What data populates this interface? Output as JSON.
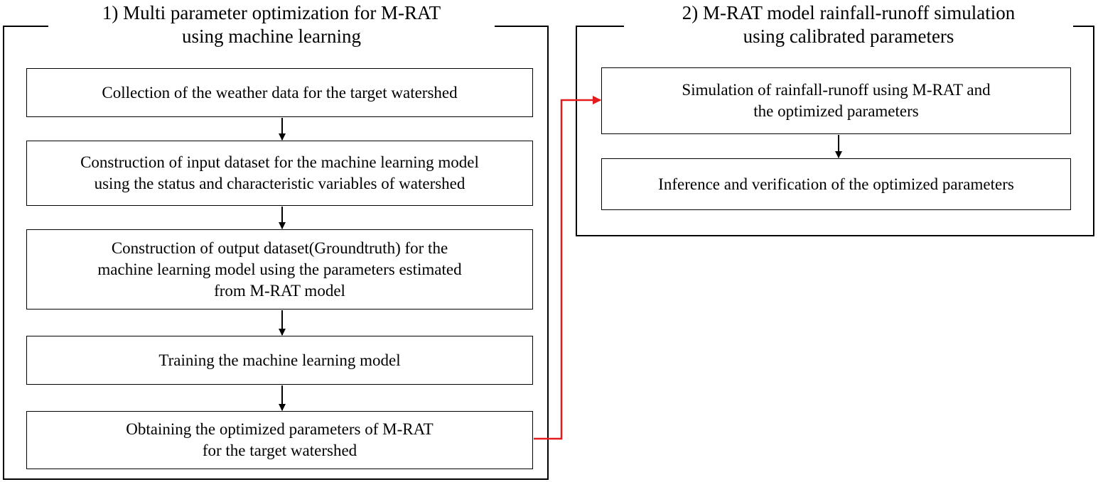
{
  "left_panel": {
    "title_lines": [
      "1)  Multi parameter optimization for M-RAT",
      "using machine learning"
    ],
    "steps": [
      {
        "lines": [
          "Collection of the weather data for the target watershed"
        ]
      },
      {
        "lines": [
          "Construction of input dataset for the machine learning model",
          "using the status and characteristic variables of watershed"
        ]
      },
      {
        "lines": [
          "Construction of output dataset(Groundtruth) for the",
          "machine learning model using the parameters estimated",
          "from M-RAT model"
        ]
      },
      {
        "lines": [
          "Training the machine learning model"
        ]
      },
      {
        "lines": [
          "Obtaining the optimized parameters of M-RAT",
          "for the target watershed"
        ]
      }
    ]
  },
  "right_panel": {
    "title_lines": [
      "2)  M-RAT model rainfall-runoff simulation",
      "using calibrated parameters"
    ],
    "steps": [
      {
        "lines": [
          "Simulation of rainfall-runoff using M-RAT and",
          "the optimized parameters"
        ]
      },
      {
        "lines": [
          "Inference and verification of the optimized parameters"
        ]
      }
    ]
  },
  "colors": {
    "stroke": "#000000",
    "connector": "#e41a1c"
  }
}
